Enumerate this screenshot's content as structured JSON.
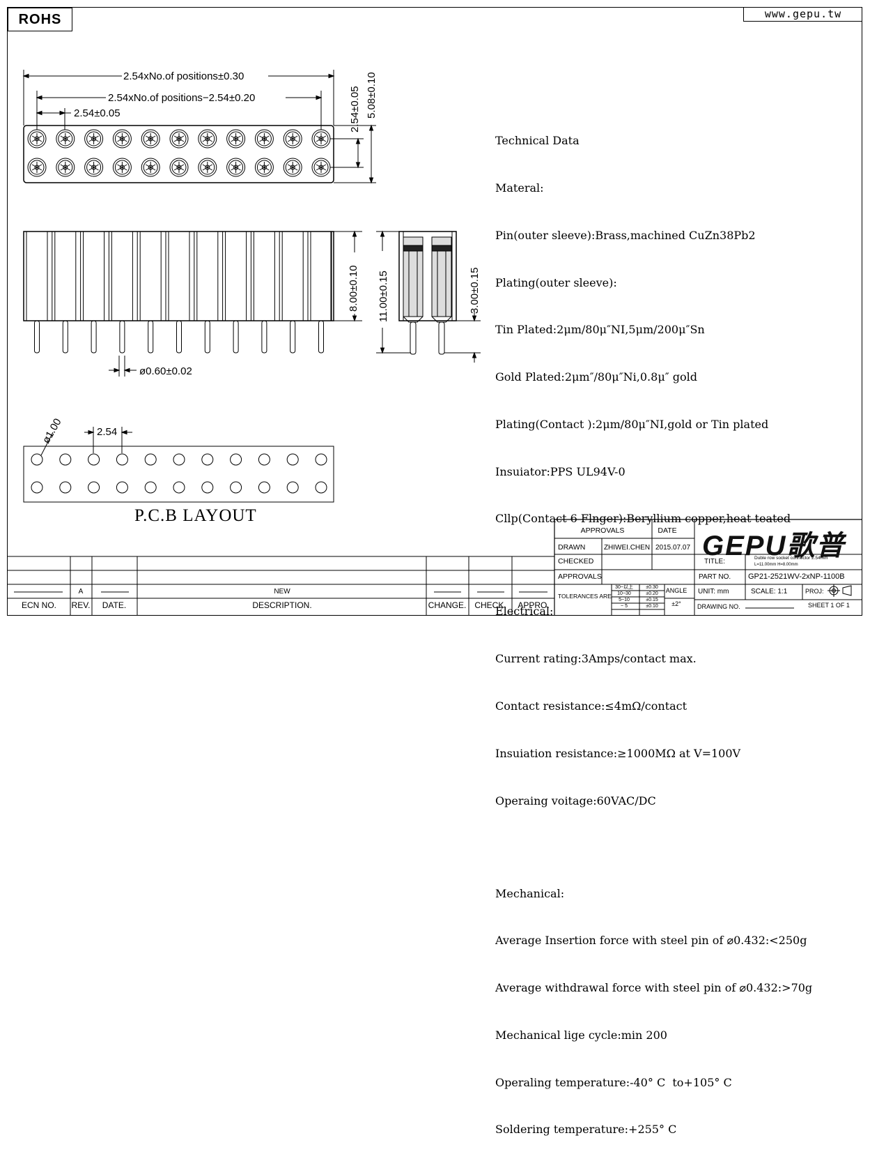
{
  "header": {
    "rohs": "ROHS",
    "website": "www.gepu.tw"
  },
  "dimensions": {
    "overall": "2.54xNo.of positions±0.30",
    "inner": "2.54xNo.of positions−2.54±0.20",
    "pitch": "2.54±0.05",
    "row_pitch": "2.54±0.05",
    "width": "5.08±0.10",
    "body_height": "8.00±0.10",
    "pin_diameter": "ø0.60±0.02",
    "total_height": "11.00±0.15",
    "tail_length": "3.00±0.15",
    "pcb_hole": "ø1.00",
    "pcb_pitch": "2.54"
  },
  "pcb_title": "P.C.B LAYOUT",
  "tech_data": [
    "Technical Data",
    "Materal:",
    "Pin(outer sleeve):Brass,machined CuZn38Pb2",
    "Plating(outer sleeve):",
    "Tin Plated:2μm/80μ″NI,5μm/200μ″Sn",
    "Gold Plated:2μm″/80μ″Ni,0.8μ″ gold",
    "Plating(Contact ):2μm/80μ″NI,gold or Tin plated",
    "Insuiator:PPS UL94V-0",
    "Cllp(Contact 6 Flnger):Beryllium copper,heat teated",
    "",
    "Electrical:",
    "Current rating:3Amps/contact max.",
    "Contact resistance:≤4mΩ/contact",
    "Insuiation resistance:≥1000MΩ at V=100V",
    "Operaing voitage:60VAC/DC",
    "",
    "Mechanical:",
    "Average Insertion force with steel pin of ⌀0.432:<250g",
    "Average withdrawal force with steel pin of ⌀0.432:>70g",
    "Mechanical lige cycle:min 200",
    "Operaling temperature:-40° C  to+105° C",
    "Soldering temperature:+255° C"
  ],
  "title_block": {
    "approvals_header": "APPROVALS",
    "date_header": "DATE",
    "drawn_label": "DRAWN",
    "drawn_by": "ZHIWEI.CHEN",
    "drawn_date": "2015.07.07",
    "checked_label": "CHECKED",
    "approvals_label": "APPROVALS",
    "tolerances_label": "TOLERANCES ARE",
    "tol_ranges": [
      "30~以上",
      "10~30",
      "5~10",
      "~ 5"
    ],
    "tol_values": [
      "±0.30",
      "±0.20",
      "±0.15",
      "±0.10"
    ],
    "angle_label": "ANGLE",
    "angle_value": "±2°",
    "logo": "GEPU歌普",
    "title_label": "TITLE:",
    "title_value_1": "Duble row socket connector 2.54mm",
    "title_value_2": "L=11.00mm  H=8.00mm",
    "part_label": "PART NO.",
    "part_value": "GP21-2521WV-2xNP-1100B",
    "unit_label": "UNIT: mm",
    "scale_label": "SCALE:  1:1",
    "proj_label": "PROJ:",
    "drawing_no_label": "DRAWING NO.",
    "sheet_label": "SHEET  1 OF 1"
  },
  "revision_block": {
    "ecn_label": "ECN NO.",
    "rev_label": "REV.",
    "date_label": "DATE.",
    "desc_label": "DESCRIPTION.",
    "change_label": "CHANGE.",
    "check_label": "CHECK.",
    "appro_label": "APPRO.",
    "rev_value": "A",
    "desc_value": "NEW"
  }
}
